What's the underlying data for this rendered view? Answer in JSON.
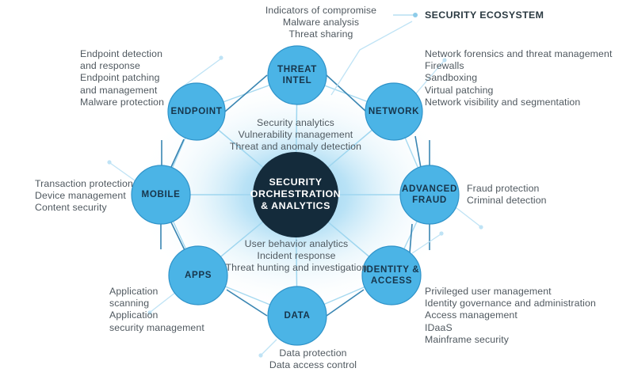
{
  "diagram": {
    "title": "SECURITY ECOSYSTEM",
    "hub": {
      "label": "SECURITY\nORCHESTRATION\n& ANALYTICS",
      "color": "#142b3b"
    },
    "node_color": "#4bb4e6",
    "node_stroke": "#2a8fc4",
    "line_color": "#9fd6ef",
    "nodes": [
      {
        "id": "threat-intel",
        "label": "THREAT\nINTEL"
      },
      {
        "id": "network",
        "label": "NETWORK"
      },
      {
        "id": "advanced-fraud",
        "label": "ADVANCED\nFRAUD"
      },
      {
        "id": "identity-access",
        "label": "IDENTITY\n& ACCESS"
      },
      {
        "id": "data",
        "label": "DATA"
      },
      {
        "id": "apps",
        "label": "APPS"
      },
      {
        "id": "mobile",
        "label": "MOBILE"
      },
      {
        "id": "endpoint",
        "label": "ENDPOINT"
      }
    ],
    "capability_lists": {
      "threat_intel": "Indicators of compromise\nMalware analysis\nThreat sharing",
      "network": "Network forensics and threat management\nFirewalls\nSandboxing\nVirtual patching\nNetwork visibility and segmentation",
      "advanced_fraud": "Fraud protection\nCriminal detection",
      "identity_access": "Privileged user management\nIdentity governance and administration\nAccess management\nIDaaS\nMainframe security",
      "data": "Data protection\nData access control",
      "apps": "Application\nscanning\nApplication\nsecurity management",
      "mobile": "Transaction protection\nDevice management\nContent security",
      "endpoint": "Endpoint detection\nand response\nEndpoint patching\nand management\nMalware protection",
      "inner_top": "Security analytics\nVulnerability management\nThreat and anomaly detection",
      "inner_bottom": "User behavior analytics\nIncident response\nThreat hunting and investigation"
    }
  }
}
